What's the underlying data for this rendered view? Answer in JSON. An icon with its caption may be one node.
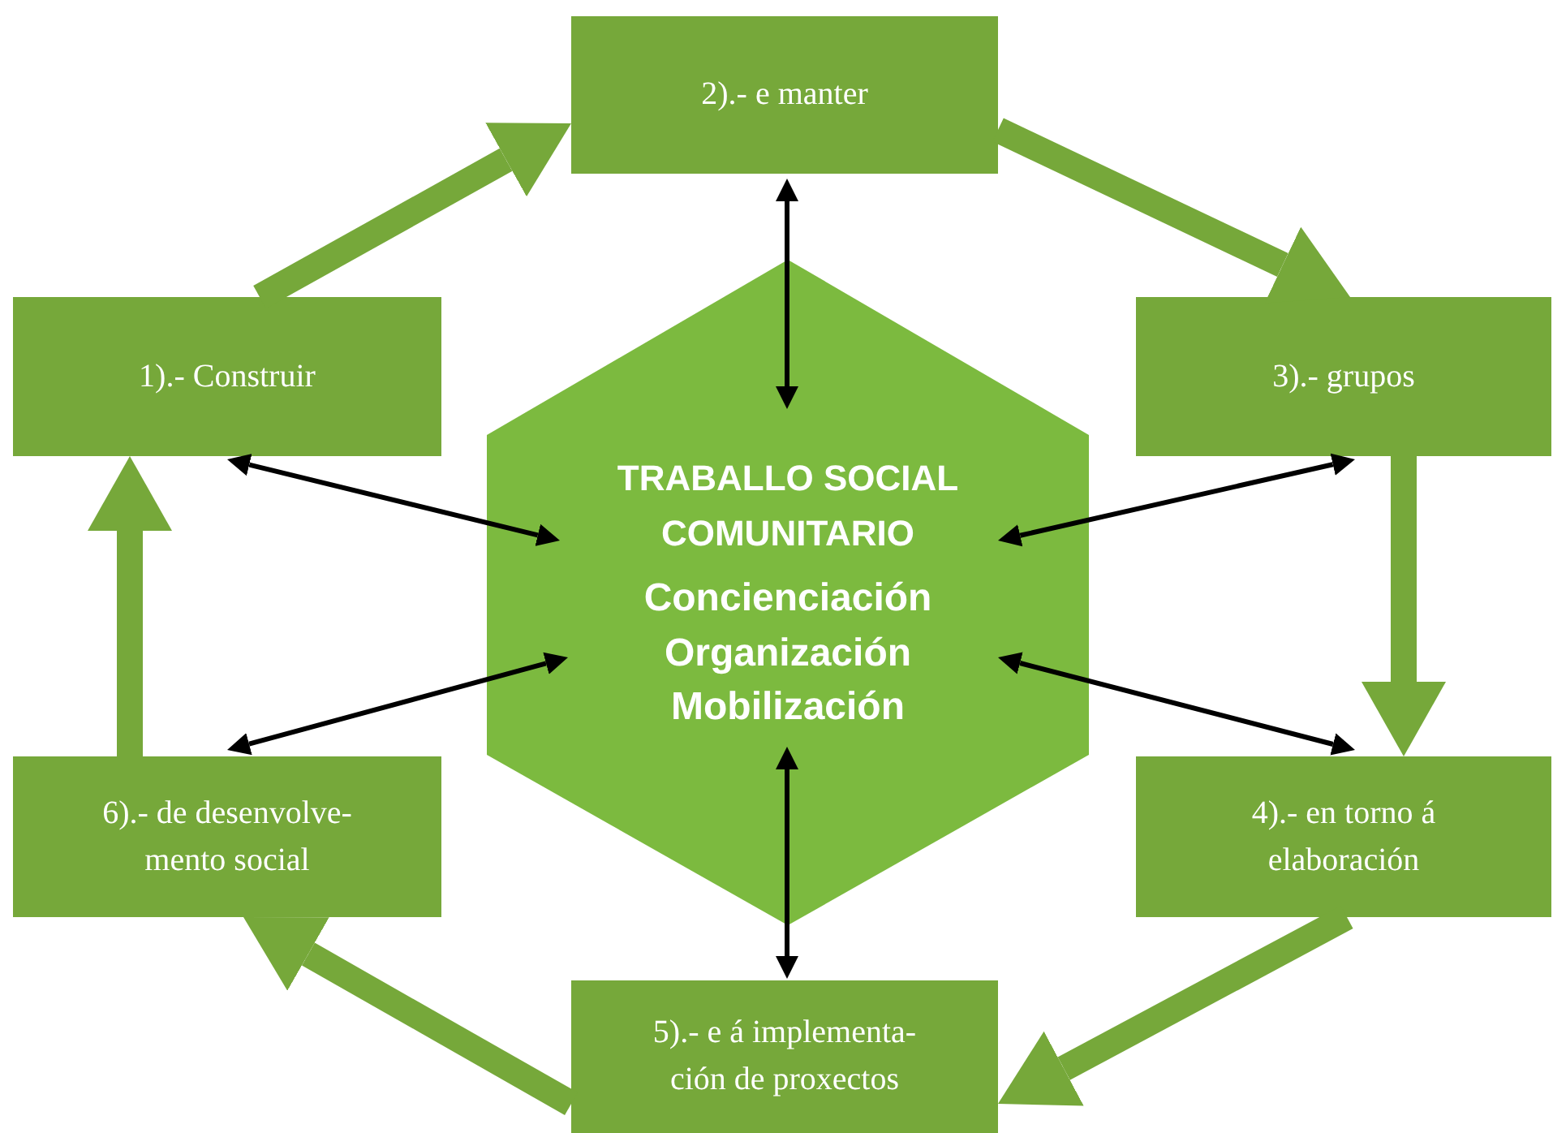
{
  "diagram": {
    "nodes": [
      {
        "text": [
          "1).- Construir"
        ]
      },
      {
        "text": [
          "2).- e manter"
        ]
      },
      {
        "text": [
          "3).- grupos"
        ]
      },
      {
        "text": [
          "4).- en torno á elaboración"
        ]
      },
      {
        "text": [
          "5).- e á implementa- ción de proxectos"
        ]
      },
      {
        "text": [
          "6).- de desenvolve- mento social"
        ]
      },
      {
        "text": [
          "TRABALLO SOCIAL COMUNITARIO",
          "Concienciación",
          "Organización",
          "Mobilización"
        ]
      }
    ],
    "edges": [
      {
        "from": 0,
        "to": 1,
        "arrow": "to",
        "style": "thick"
      },
      {
        "from": 1,
        "to": 2,
        "arrow": "to",
        "style": "thick"
      },
      {
        "from": 2,
        "to": 3,
        "arrow": "to",
        "style": "thick"
      },
      {
        "from": 3,
        "to": 4,
        "arrow": "to",
        "style": "thick"
      },
      {
        "from": 4,
        "to": 5,
        "arrow": "to",
        "style": "thick"
      },
      {
        "from": 5,
        "to": 0,
        "arrow": "to",
        "style": "thick"
      },
      {
        "from": 0,
        "to": 6,
        "arrow": "both",
        "color": "#000000"
      },
      {
        "from": 1,
        "to": 6,
        "arrow": "both",
        "color": "#000000"
      },
      {
        "from": 2,
        "to": 6,
        "arrow": "both",
        "color": "#000000"
      },
      {
        "from": 3,
        "to": 6,
        "arrow": "both",
        "color": "#000000"
      },
      {
        "from": 4,
        "to": 6,
        "arrow": "both",
        "color": "#000000"
      },
      {
        "from": 5,
        "to": 6,
        "arrow": "both",
        "color": "#000000"
      }
    ]
  }
}
